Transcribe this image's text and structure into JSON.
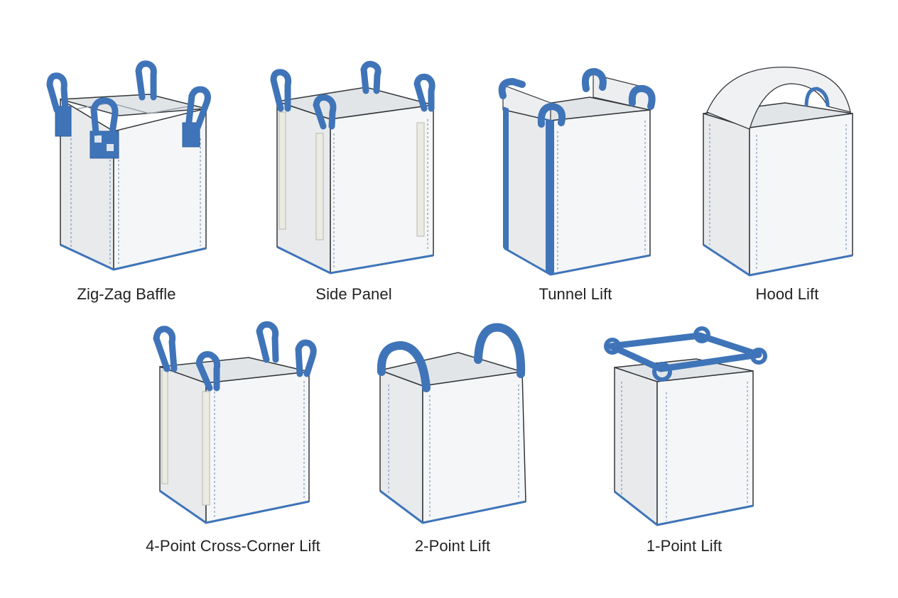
{
  "colors": {
    "strap": "#3f74b8",
    "strap_dark": "#2f5f9e",
    "fabric": "#f4f5f6",
    "fabric_shade": "#e6e8ea",
    "fabric_dark": "#d6d9dc",
    "outline": "#33363a",
    "stitch": "#6b86b8"
  },
  "bags": [
    {
      "label": "Zig-Zag Baffle",
      "icon": "zig-zag-baffle-bag-icon"
    },
    {
      "label": "Side Panel",
      "icon": "side-panel-bag-icon"
    },
    {
      "label": "Tunnel Lift",
      "icon": "tunnel-lift-bag-icon"
    },
    {
      "label": "Hood Lift",
      "icon": "hood-lift-bag-icon"
    },
    {
      "label": "4-Point Cross-Corner Lift",
      "icon": "cross-corner-lift-bag-icon"
    },
    {
      "label": "2-Point Lift",
      "icon": "two-point-lift-bag-icon"
    },
    {
      "label": "1-Point Lift",
      "icon": "one-point-lift-bag-icon"
    }
  ]
}
